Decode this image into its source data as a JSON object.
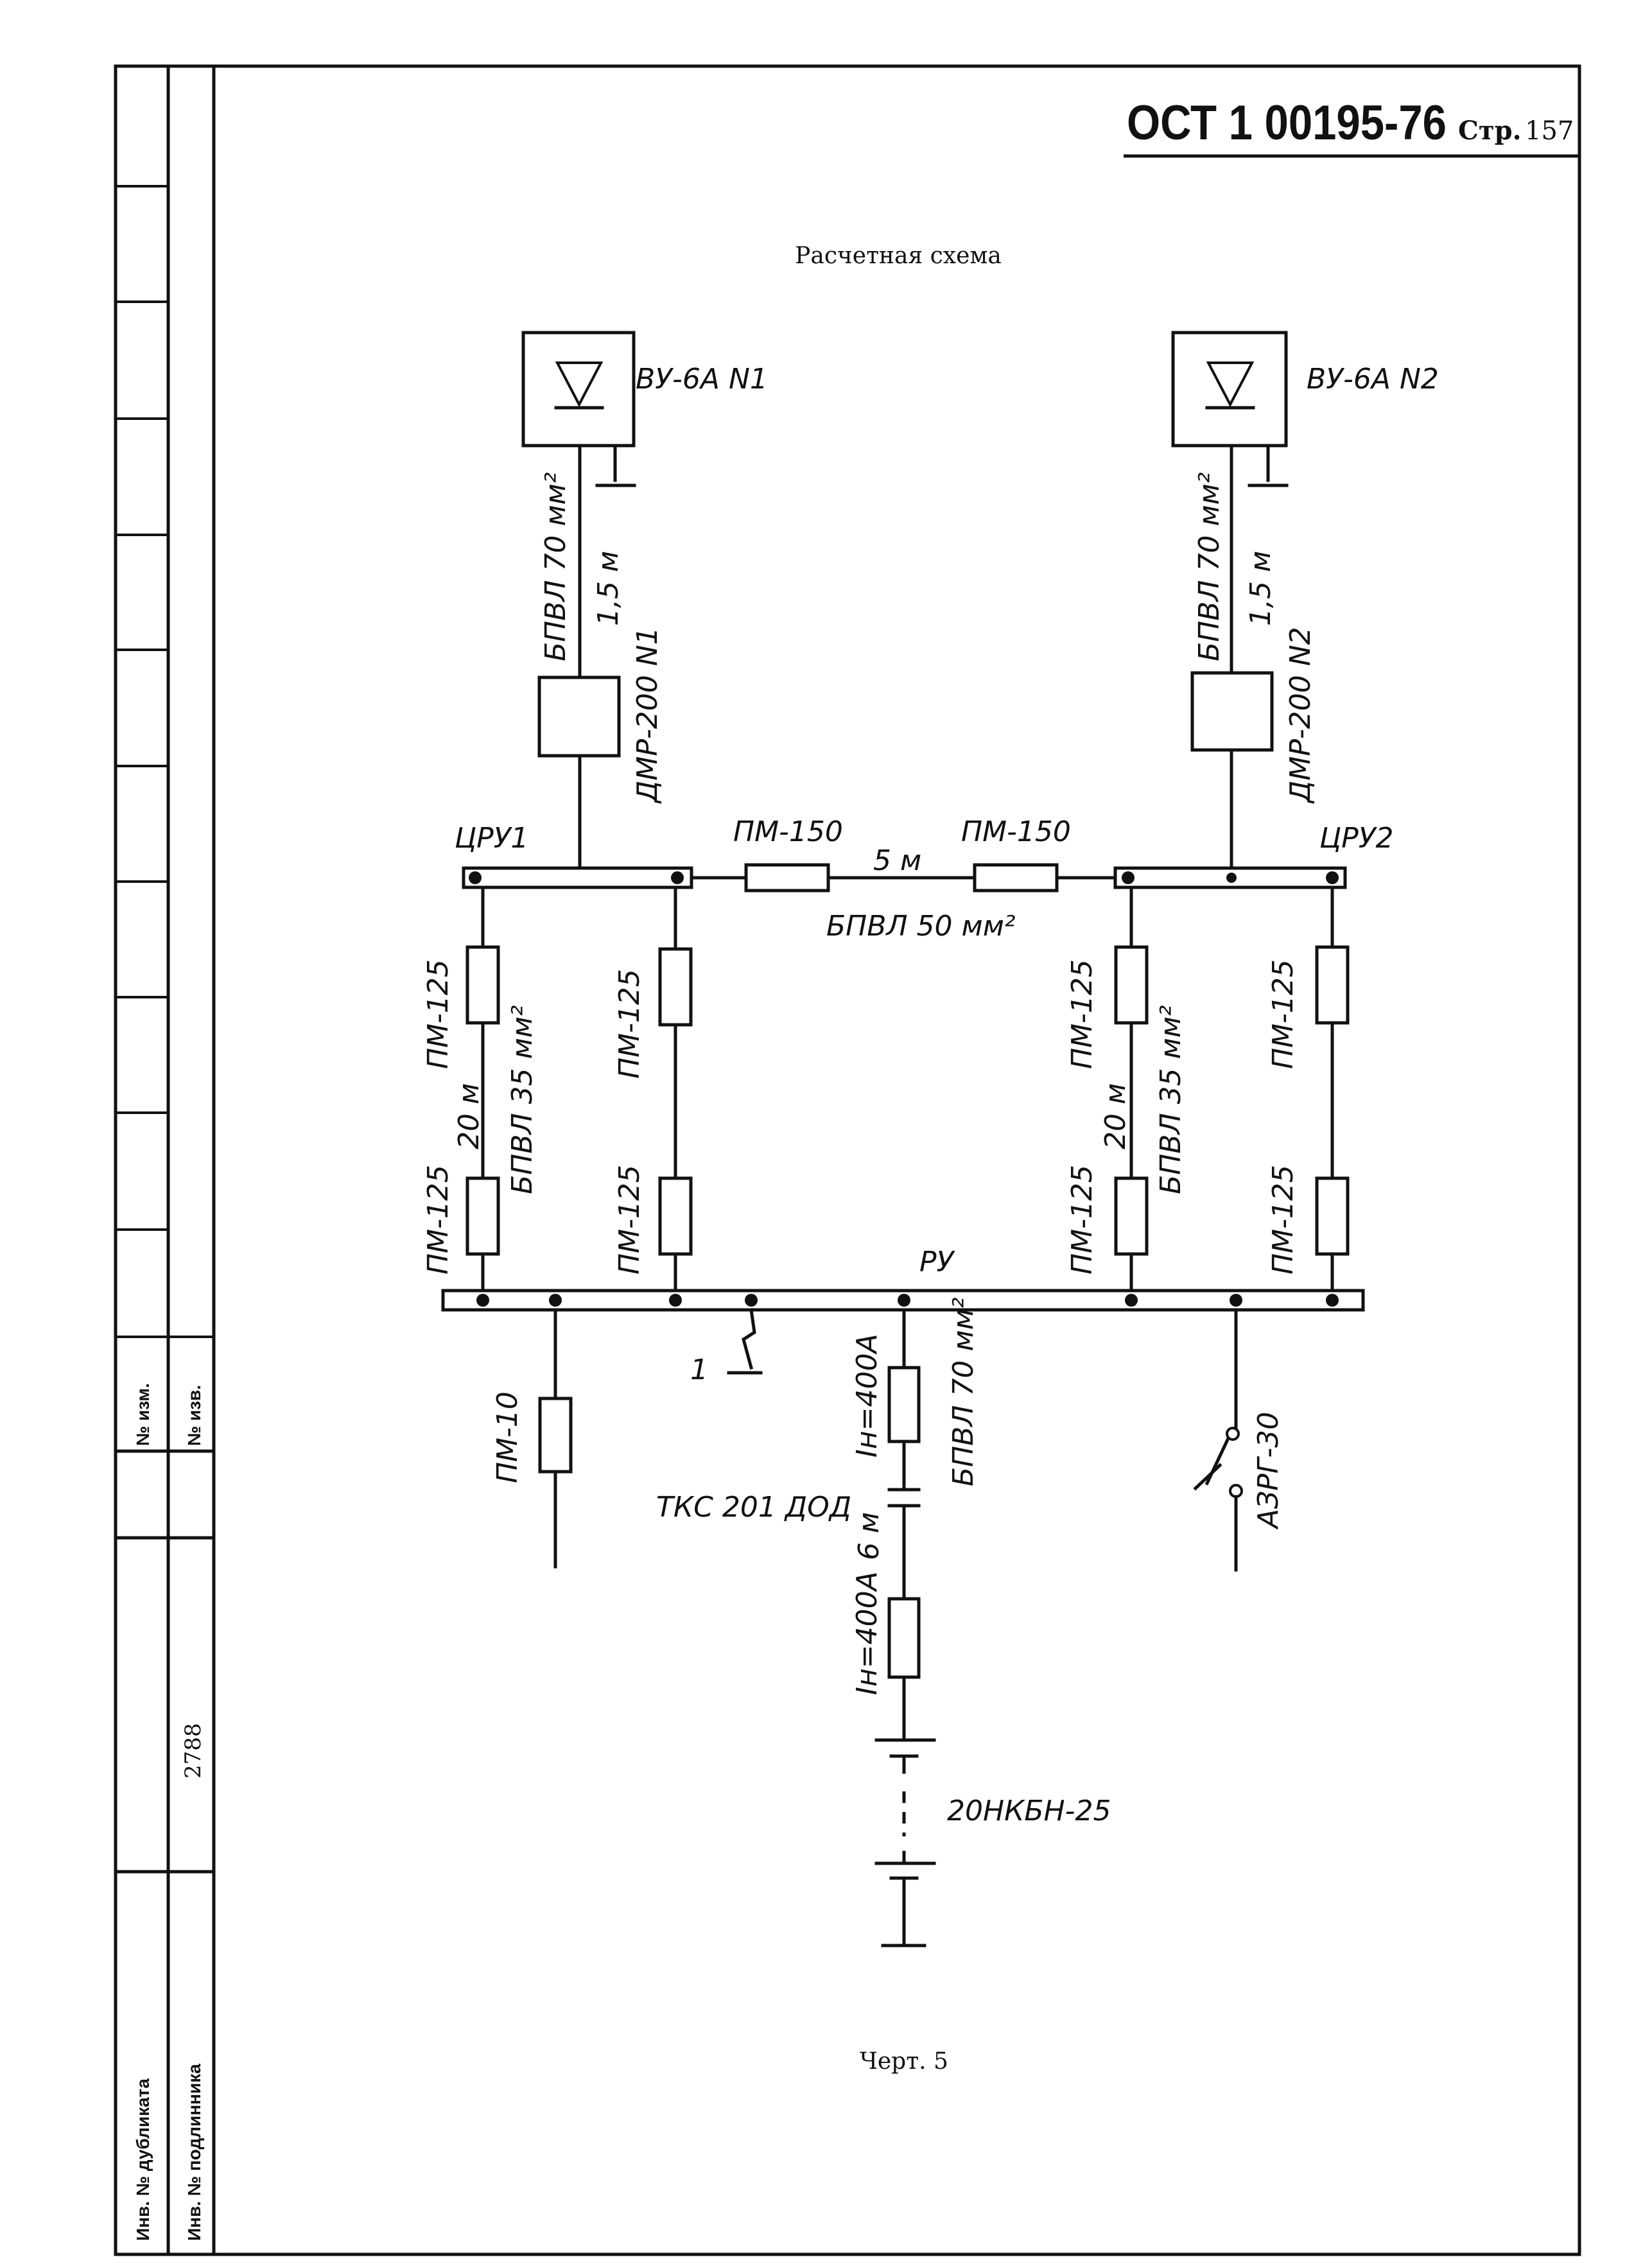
{
  "header": {
    "doc_code": "ОСТ 1 00195-76",
    "page_word": "Стр.",
    "page_number": "157"
  },
  "title": "Расчетная схема",
  "caption": "Черт. 5",
  "left_stamp": {
    "izm": "№ изм.",
    "izv": "№ изв.",
    "dublikat": "Инв. № дубликата",
    "podlinnik": "Инв. № подлинника",
    "inv_number": "2788"
  },
  "labels": {
    "rect1": "ВУ-6А N1",
    "rect2": "ВУ-6А N2",
    "cable_rect1": "БПВЛ 70 мм²",
    "cable_rect2": "БПВЛ 70 мм²",
    "len_rect1": "1,5 м",
    "len_rect2": "1,5 м",
    "dmr1": "ДМР-200 N1",
    "dmr2": "ДМР-200 N2",
    "bus1": "ЦРУ1",
    "bus2": "ЦРУ2",
    "tie_fuse_left": "ПМ-150",
    "tie_fuse_right": "ПМ-150",
    "tie_len": "5 м",
    "tie_cable": "БПВЛ 50 мм²",
    "f_a_top": "ПМ-125",
    "f_a_bottom": "ПМ-125",
    "f_b_top": "ПМ-125",
    "f_b_bottom": "ПМ-125",
    "f_c_top": "ПМ-125",
    "f_c_bottom": "ПМ-125",
    "f_d_top": "ПМ-125",
    "f_d_bottom": "ПМ-125",
    "len_left": "20 м",
    "len_right": "20 м",
    "cable_left": "БПВЛ 35 мм²",
    "cable_right": "БПВЛ 35 мм²",
    "bus_main": "РУ",
    "fault": "1",
    "fuse_out": "ПМ-10",
    "in_top": "Iн=400А",
    "in_bottom": "Iн=400А",
    "connector": "ТКС 201 ДОД",
    "len_bat": "6 м",
    "cable_bat": "БПВЛ 70 мм²",
    "battery": "20НКБН-25",
    "breaker": "АЗРГ-30"
  }
}
